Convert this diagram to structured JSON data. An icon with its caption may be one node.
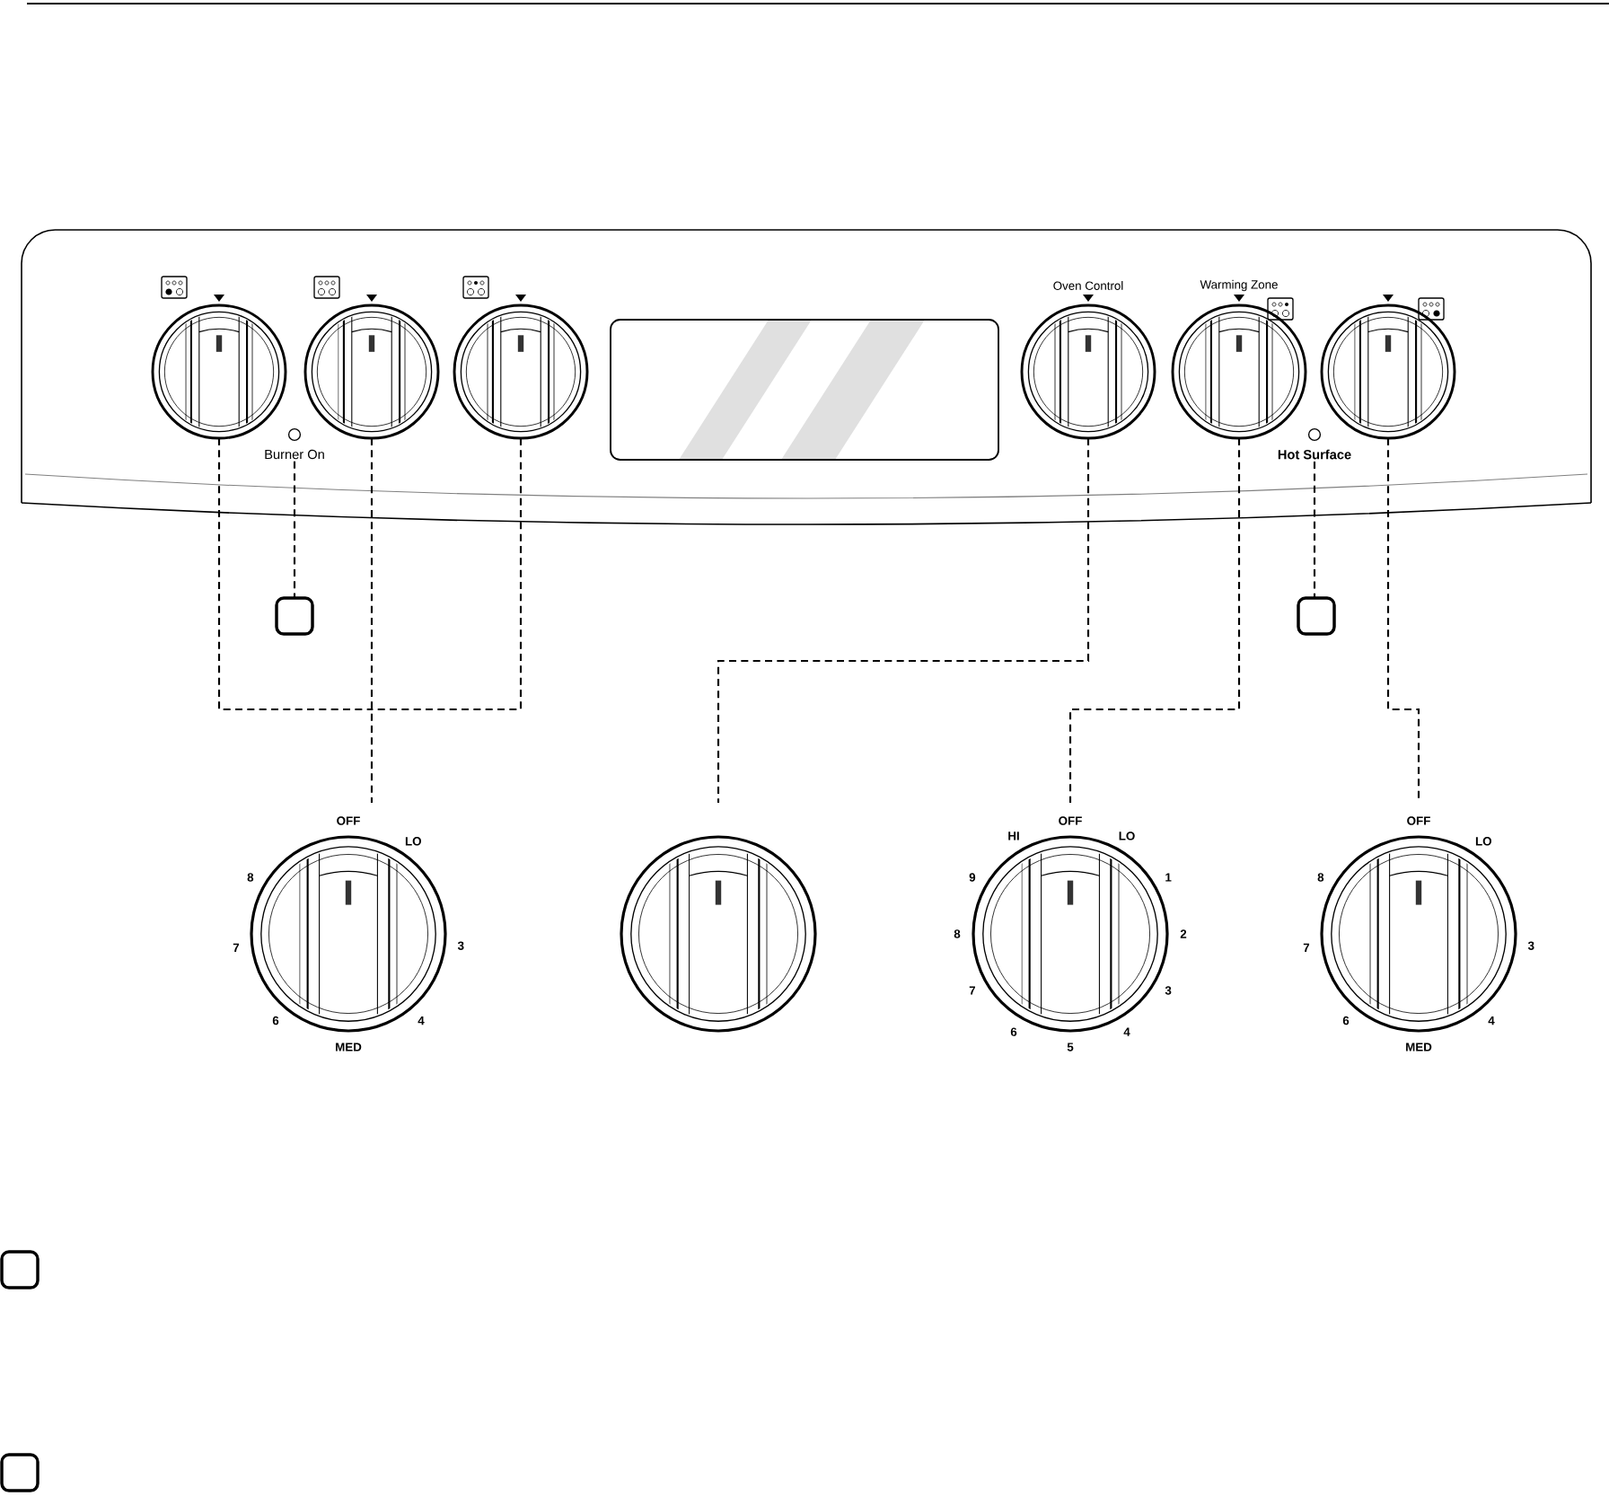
{
  "diagram": {
    "nodes": [
      {
        "text": [],
        "shape": "circle"
      },
      {
        "text": [],
        "shape": "circle"
      },
      {
        "text": [],
        "shape": "circle"
      },
      {
        "text": [],
        "shape": "circle",
        "beside": [
          "Oven Control"
        ]
      },
      {
        "text": [],
        "shape": "circle",
        "beside": [
          "Warming Zone"
        ]
      },
      {
        "text": [],
        "shape": "circle"
      },
      {
        "text": [
          "Burner On"
        ]
      },
      {
        "text": [
          "Hot Surface"
        ]
      },
      {
        "text": [],
        "shape": "box"
      },
      {
        "text": [],
        "shape": "box"
      },
      {
        "text": [],
        "shape": "circle",
        "beside": [
          "OFF",
          "LO",
          "3",
          "4",
          "MED",
          "6",
          "7",
          "8"
        ]
      },
      {
        "text": [],
        "shape": "circle"
      },
      {
        "text": [],
        "shape": "circle",
        "beside": [
          "OFF",
          "LO",
          "1",
          "2",
          "3",
          "4",
          "5",
          "6",
          "7",
          "8",
          "9",
          "HI"
        ]
      },
      {
        "text": [],
        "shape": "circle",
        "beside": [
          "OFF",
          "LO",
          "3",
          "4",
          "MED",
          "6",
          "7",
          "8"
        ]
      },
      {
        "text": [],
        "shape": "box"
      },
      {
        "text": [],
        "shape": "box"
      }
    ],
    "edges": [
      {
        "from": 0,
        "to": 10,
        "arrow": "none",
        "style": "dashed"
      },
      {
        "from": 1,
        "to": 10,
        "arrow": "none",
        "style": "dashed"
      },
      {
        "from": 2,
        "to": 10,
        "arrow": "none",
        "style": "dashed"
      },
      {
        "from": 6,
        "to": 8,
        "arrow": "none",
        "style": "dashed"
      },
      {
        "from": 3,
        "to": 11,
        "arrow": "none",
        "style": "dashed"
      },
      {
        "from": 4,
        "to": 12,
        "arrow": "none",
        "style": "dashed"
      },
      {
        "from": 7,
        "to": 9,
        "arrow": "none",
        "style": "dashed"
      },
      {
        "from": 5,
        "to": 13,
        "arrow": "none",
        "style": "dashed"
      }
    ]
  }
}
